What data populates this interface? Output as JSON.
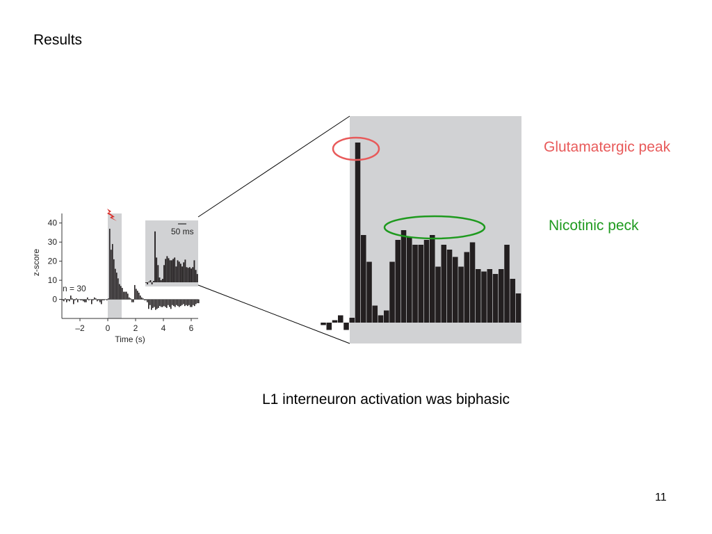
{
  "slide": {
    "title": "Results",
    "caption": "L1 interneuron activation was biphasic",
    "page_number": "11"
  },
  "annotations": {
    "glutamatergic": {
      "label": "Glutamatergic peak",
      "color": "#e85a5a"
    },
    "nicotinic": {
      "label": "Nicotinic peck",
      "color": "#1e9a1e"
    }
  },
  "colors": {
    "bar": "#231f20",
    "shade": "#d1d2d4",
    "axis": "#333333"
  },
  "icons": {
    "stimulus": "lightning-bolt-icon"
  },
  "chart_data": [
    {
      "type": "bar",
      "title": "",
      "xlabel": "Time (s)",
      "ylabel": "z-score",
      "xlim": [
        -3.3,
        6.5
      ],
      "ylim": [
        -10,
        45
      ],
      "xticks": [
        "–2",
        "0",
        "2",
        "4",
        "6"
      ],
      "xtick_values": [
        -2,
        0,
        2,
        4,
        6
      ],
      "yticks": [
        "40",
        "30",
        "20",
        "10",
        "0"
      ],
      "ytick_values": [
        40,
        30,
        20,
        10,
        0
      ],
      "annotation": "n = 30",
      "shaded_interval": [
        0,
        1
      ],
      "bin_start": -3.3,
      "bin_width": 0.1,
      "values": [
        -0.5,
        -1,
        0.5,
        -1.5,
        -0.5,
        -1,
        2,
        0.5,
        -2.5,
        -0.5,
        0.5,
        -1.5,
        0,
        -0.5,
        -0.5,
        -1,
        -1.5,
        -1.5,
        1,
        -0.5,
        0,
        -2.5,
        -0.5,
        1,
        0.5,
        -1,
        -0.5,
        -1.5,
        -2.5,
        -0.5,
        -0.5,
        0,
        -0.5,
        0.5,
        37,
        26,
        29,
        21,
        16,
        14,
        11,
        8,
        7,
        6,
        4,
        4,
        4,
        3,
        1,
        0.5,
        -1.5,
        -1.5,
        7.5,
        5.5,
        4.5,
        3.5,
        2,
        1,
        0.5,
        -0.5,
        -0.5,
        -1.5,
        -5,
        -3,
        -5.5,
        -4.5,
        -4,
        -5.5,
        -5,
        -4.5,
        -3.5,
        -4,
        -4,
        -3.5,
        -4,
        -4.5,
        -3,
        -4,
        -5,
        -3,
        -3.5,
        -4,
        -3,
        -3.5,
        -4,
        -3.5,
        -3,
        -2.5,
        -3.5,
        -3,
        -3.5,
        -3,
        -4,
        -4,
        -3,
        -3.5,
        -2.5,
        -2,
        -2
      ]
    },
    {
      "type": "bar",
      "title": "",
      "scale_bar_label": "50 ms",
      "bin_width_ms": 5,
      "values": [
        -0.5,
        -1.5,
        0.5,
        1.5,
        -1.5,
        1,
        37,
        18,
        12.5,
        3.5,
        1.5,
        2.5,
        12.5,
        17,
        19,
        17.5,
        16,
        16,
        17,
        18,
        11.5,
        16,
        15,
        13.5,
        11.5,
        14.5,
        16.5,
        11,
        10.5,
        11,
        10,
        11,
        16,
        9,
        6
      ]
    }
  ]
}
